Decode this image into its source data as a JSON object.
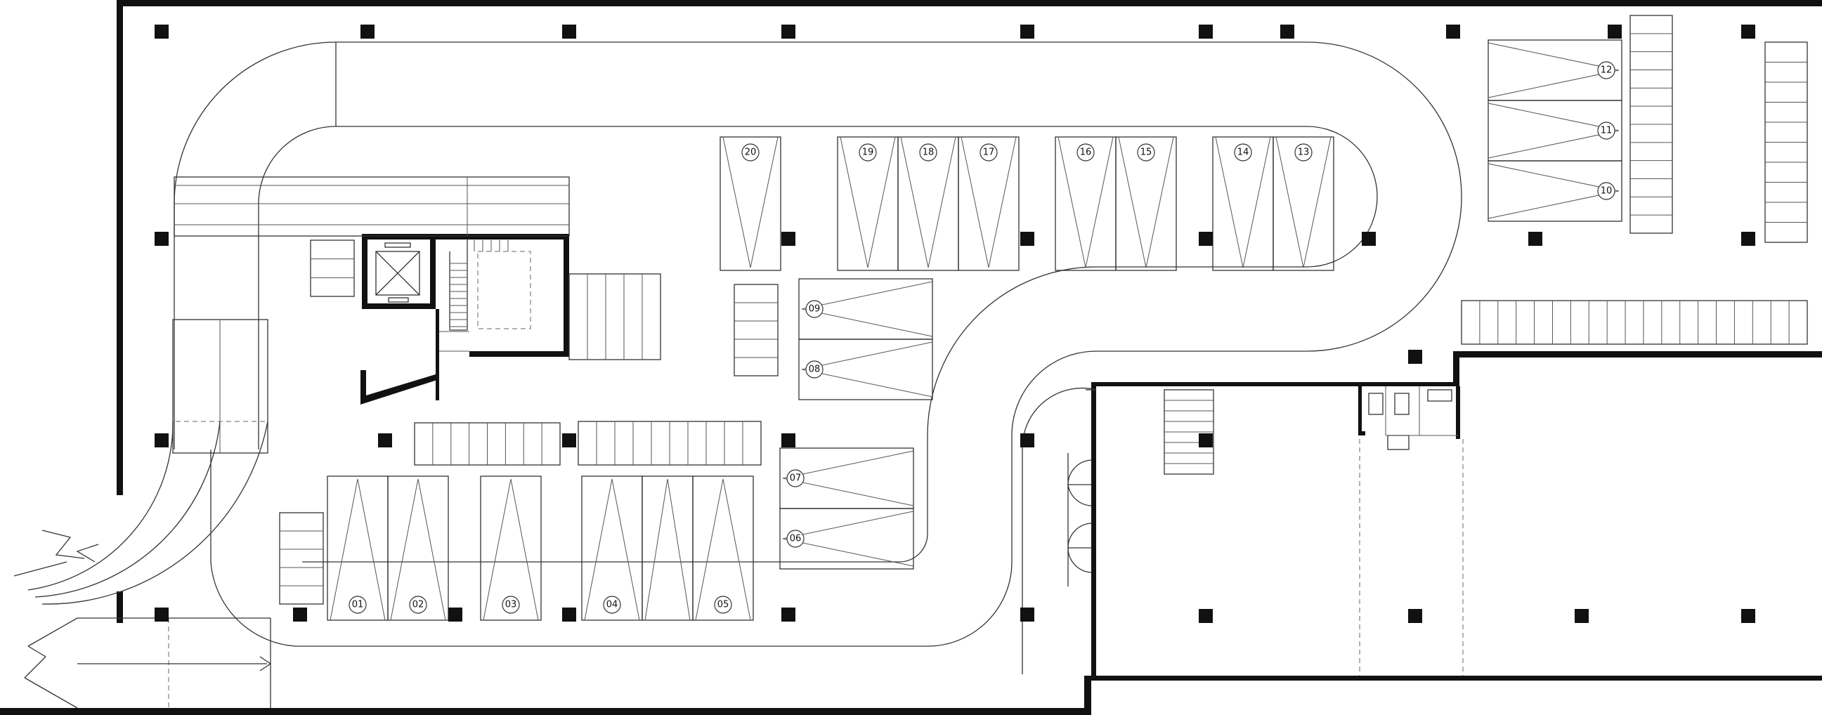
{
  "parking_spaces": [
    {
      "id": "01",
      "label": "01"
    },
    {
      "id": "02",
      "label": "02"
    },
    {
      "id": "03",
      "label": "03"
    },
    {
      "id": "04",
      "label": "04"
    },
    {
      "id": "05",
      "label": "05"
    },
    {
      "id": "06",
      "label": "06"
    },
    {
      "id": "07",
      "label": "07"
    },
    {
      "id": "08",
      "label": "08"
    },
    {
      "id": "09",
      "label": "09"
    },
    {
      "id": "10",
      "label": "10"
    },
    {
      "id": "11",
      "label": "11"
    },
    {
      "id": "12",
      "label": "12"
    },
    {
      "id": "13",
      "label": "13"
    },
    {
      "id": "14",
      "label": "14"
    },
    {
      "id": "15",
      "label": "15"
    },
    {
      "id": "16",
      "label": "16"
    },
    {
      "id": "17",
      "label": "17"
    },
    {
      "id": "18",
      "label": "18"
    },
    {
      "id": "19",
      "label": "19"
    },
    {
      "id": "20",
      "label": "20"
    }
  ],
  "colors": {
    "wall": "#111111",
    "line": "#333333",
    "background": "#ffffff"
  }
}
